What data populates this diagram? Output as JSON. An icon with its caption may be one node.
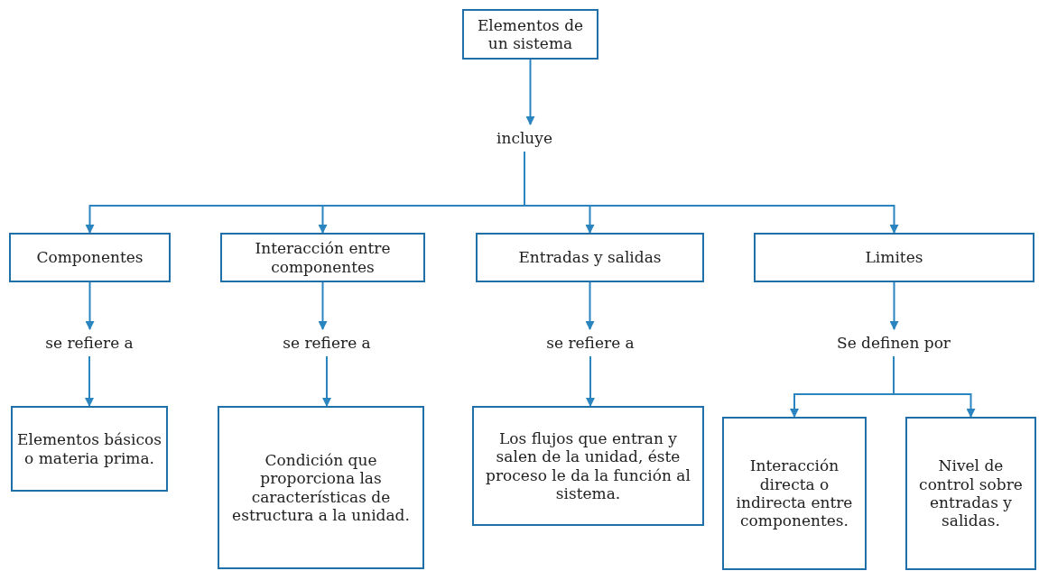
{
  "diagram": {
    "nodes": [
      {
        "text": [
          "Elementos de un sistema"
        ]
      },
      {
        "text": [
          "incluye"
        ]
      },
      {
        "text": [
          "Componentes"
        ]
      },
      {
        "text": [
          "Interacción entre componentes"
        ]
      },
      {
        "text": [
          "Entradas y salidas"
        ]
      },
      {
        "text": [
          "Limites"
        ]
      },
      {
        "text": [
          "se refiere a"
        ]
      },
      {
        "text": [
          "se refiere a"
        ]
      },
      {
        "text": [
          "se refiere a"
        ]
      },
      {
        "text": [
          "Se definen por"
        ]
      },
      {
        "text": [
          "Elementos básicos o materia prima."
        ]
      },
      {
        "text": [
          "Condición que proporciona las características de estructura a la unidad."
        ]
      },
      {
        "text": [
          "Los flujos que entran y salen de la unidad, éste proceso le da la función al sistema."
        ]
      },
      {
        "text": [
          "Interacción directa o indirecta entre componentes."
        ]
      },
      {
        "text": [
          "Nivel de control sobre entradas y salidas."
        ]
      }
    ],
    "edges": [
      {
        "from": 0,
        "to": 1,
        "arrow": "to"
      },
      {
        "from": 1,
        "to": 2,
        "arrow": "to"
      },
      {
        "from": 1,
        "to": 3,
        "arrow": "to"
      },
      {
        "from": 1,
        "to": 4,
        "arrow": "to"
      },
      {
        "from": 1,
        "to": 5,
        "arrow": "to"
      },
      {
        "from": 2,
        "to": 6,
        "arrow": "to"
      },
      {
        "from": 3,
        "to": 7,
        "arrow": "to"
      },
      {
        "from": 4,
        "to": 8,
        "arrow": "to"
      },
      {
        "from": 5,
        "to": 9,
        "arrow": "to"
      },
      {
        "from": 6,
        "to": 10,
        "arrow": "to"
      },
      {
        "from": 7,
        "to": 11,
        "arrow": "to"
      },
      {
        "from": 8,
        "to": 12,
        "arrow": "to"
      },
      {
        "from": 9,
        "to": 13,
        "arrow": "to"
      },
      {
        "from": 9,
        "to": 14,
        "arrow": "to"
      }
    ]
  }
}
